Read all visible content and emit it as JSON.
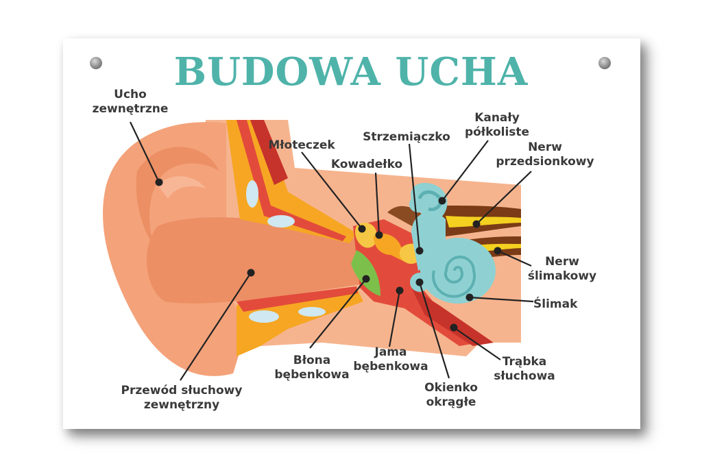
{
  "title": "BUDOWA UCHA",
  "colors": {
    "title": "#4fb3aa",
    "outer_ear": "#f4a27a",
    "canal": "#ec8f64",
    "bone_yellow": "#f6a623",
    "red": "#e24b3b",
    "cochlea": "#8fd1d2",
    "nerve_brown": "#7a3b16",
    "eardrum_green": "#7cc04b"
  },
  "labels": {
    "ucho_zewnetrzne": "Ucho\nzewnętrzne",
    "mloteczek": "Młoteczek",
    "kowadelko": "Kowadełko",
    "strzemiaczko": "Strzemiączko",
    "kanaly_polkoliste": "Kanały\npółkoliste",
    "nerw_przedsionkowy": "Nerw\nprzedsionkowy",
    "nerw_slimakowy": "Nerw\nślimakowy",
    "slimak": "Ślimak",
    "trabka_sluchowa": "Trąbka\nsłuchowa",
    "okienko_okragle": "Okienko\nokrągłe",
    "jama_bebenkowa": "Jama\nbębenkowa",
    "blona_bebenkowa": "Błona\nbębenkowa",
    "przewod_sluchowy": "Przewód słuchowy\nzewnętrzny"
  }
}
